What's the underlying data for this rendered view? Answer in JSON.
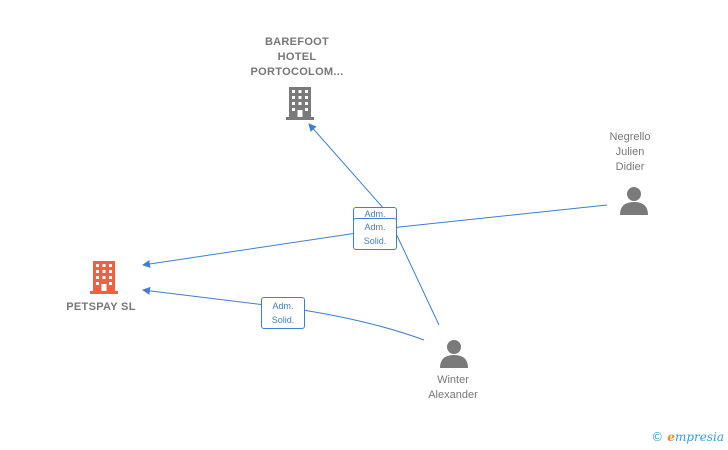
{
  "nodes": {
    "barefoot": {
      "label": "BAREFOOT\nHOTEL\nPORTOCOLOM...",
      "icon": "building-icon",
      "color": "#7a7a7a"
    },
    "petspay": {
      "label": "PETSPAY  SL",
      "icon": "building-icon",
      "color": "#f0633a"
    },
    "negrello": {
      "label": "Negrello\nJulien\nDidier",
      "icon": "person-icon",
      "color": "#7a7a7a"
    },
    "winter": {
      "label": "Winter\nAlexander",
      "icon": "person-icon",
      "color": "#7a7a7a"
    }
  },
  "edges": {
    "winter_barefoot": {
      "label": "Adm.\nSolid."
    },
    "negrello_petspay": {
      "label": "Adm.\nSolid."
    },
    "winter_petspay": {
      "label": "Adm.\nSolid."
    }
  },
  "colors": {
    "edge": "#3d7fd1"
  },
  "brand": {
    "copyright": "©",
    "e": "e",
    "rest": "mpresia"
  }
}
